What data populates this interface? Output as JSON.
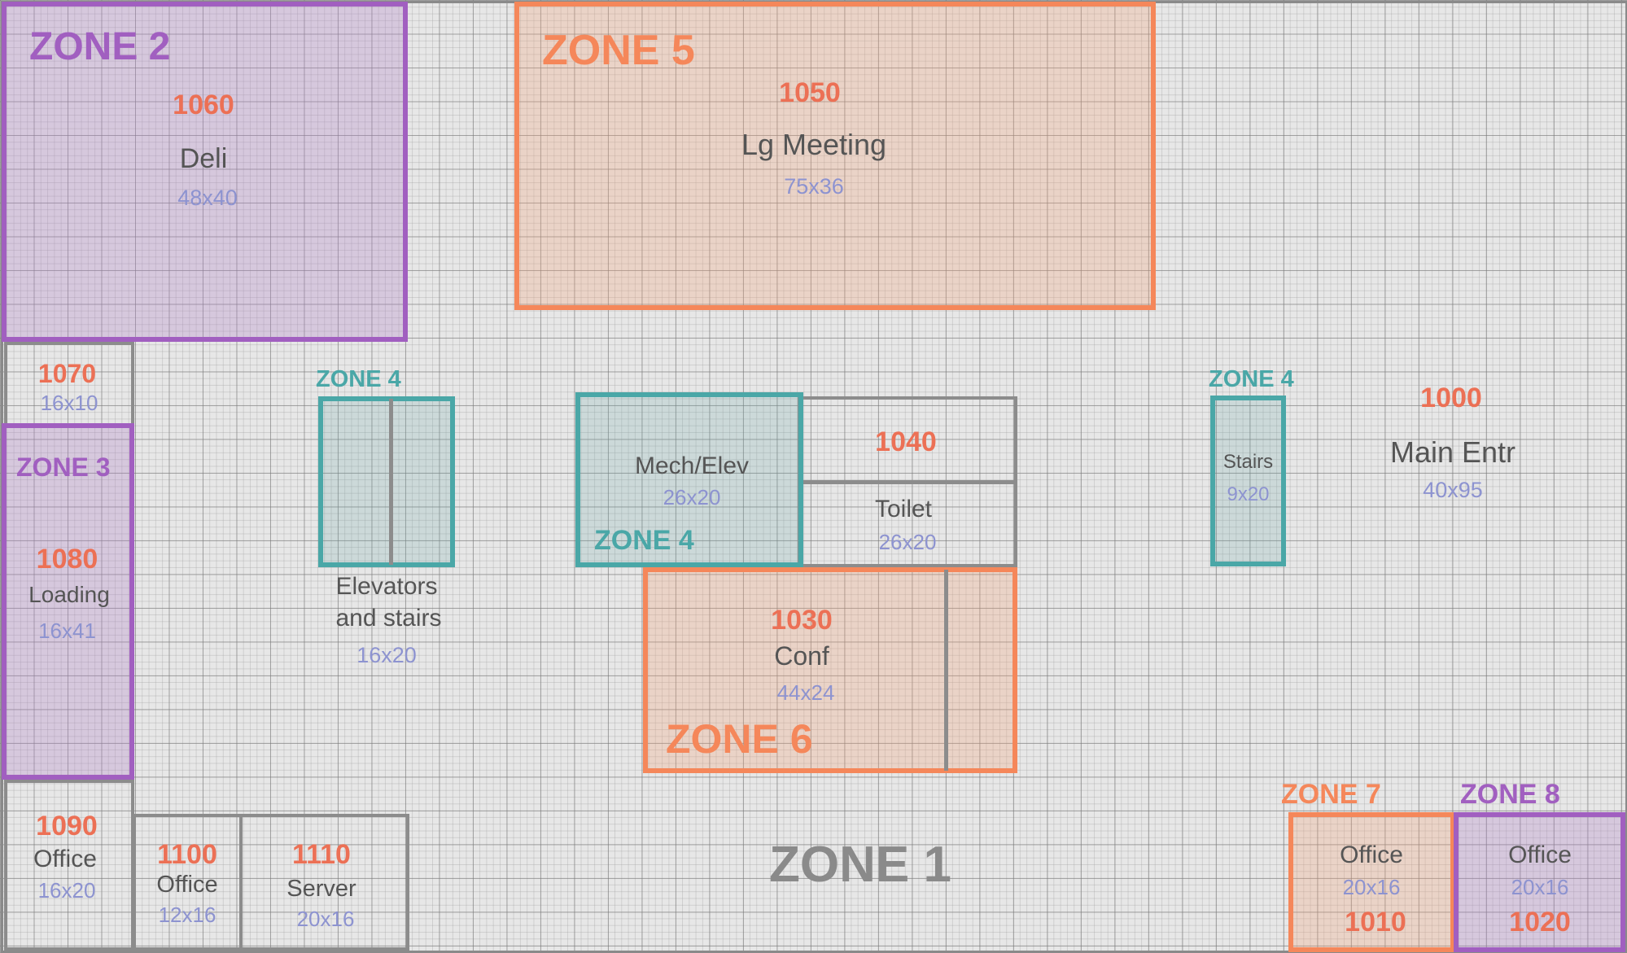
{
  "zones": {
    "z1": "ZONE 1",
    "z2": "ZONE 2",
    "z3": "ZONE 3",
    "z4a": "ZONE 4",
    "z4b": "ZONE 4",
    "z4c": "ZONE 4",
    "z5": "ZONE 5",
    "z6": "ZONE 6",
    "z7": "ZONE 7",
    "z8": "ZONE 8"
  },
  "rooms": {
    "r1060": {
      "number": "1060",
      "name": "Deli",
      "size": "48x40"
    },
    "r1050": {
      "number": "1050",
      "name": "Lg Meeting",
      "size": "75x36"
    },
    "r1070": {
      "number": "1070",
      "size": "16x10"
    },
    "r1080": {
      "number": "1080",
      "name": "Loading",
      "size": "16x41"
    },
    "elevators": {
      "name_line1": "Elevators",
      "name_line2": "and stairs",
      "size": "16x20"
    },
    "mech": {
      "name": "Mech/Elev",
      "size": "26x20"
    },
    "r1040": {
      "number": "1040",
      "name": "Toilet",
      "size": "26x20"
    },
    "r1030": {
      "number": "1030",
      "name": "Conf",
      "size": "44x24"
    },
    "stairs": {
      "name": "Stairs",
      "size": "9x20"
    },
    "r1000": {
      "number": "1000",
      "name": "Main Entr",
      "size": "40x95"
    },
    "r1090": {
      "number": "1090",
      "name": "Office",
      "size": "16x20"
    },
    "r1100": {
      "number": "1100",
      "name": "Office",
      "size": "12x16"
    },
    "r1110": {
      "number": "1110",
      "name": "Server",
      "size": "20x16"
    },
    "r1010": {
      "number": "1010",
      "name": "Office",
      "size": "20x16"
    },
    "r1020": {
      "number": "1020",
      "name": "Office",
      "size": "20x16"
    }
  },
  "colors": {
    "purple": "#a15fc0",
    "orange": "#f5875a",
    "teal": "#4aa7a7",
    "gray": "#8a8a8a"
  }
}
